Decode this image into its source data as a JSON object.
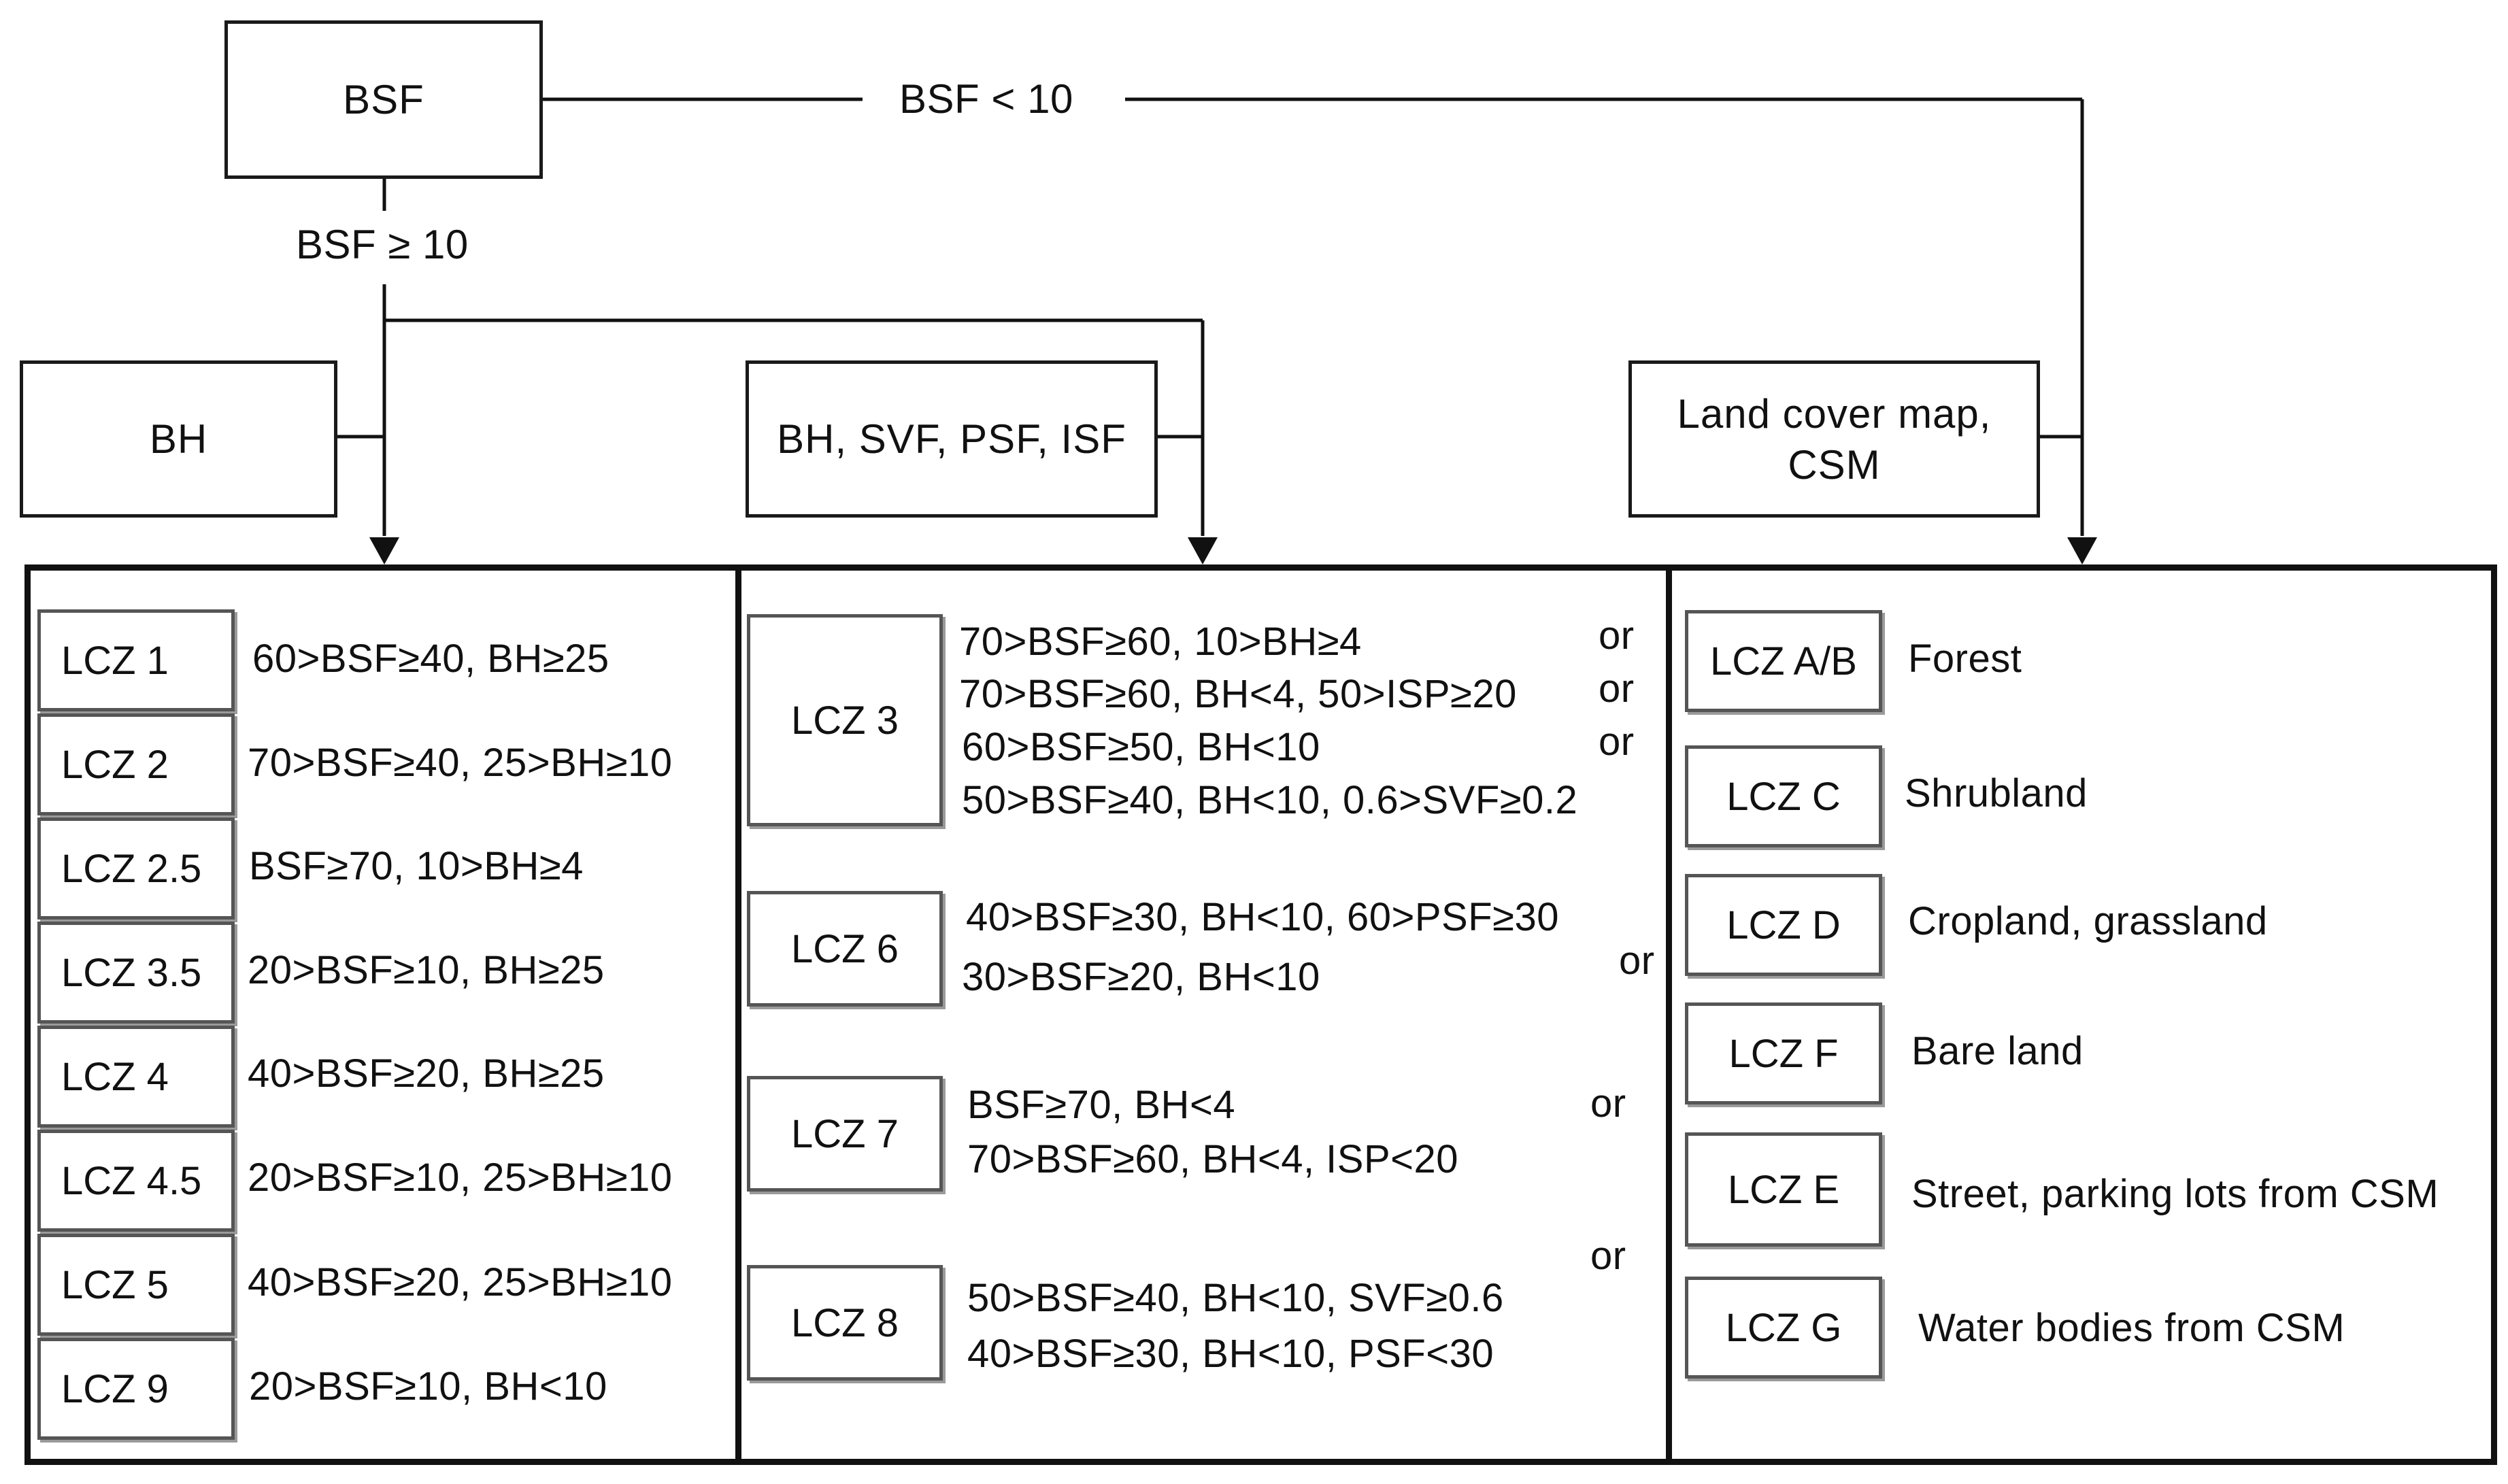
{
  "top": {
    "bsf": "BSF",
    "branch_low": "BSF < 10",
    "branch_high": "BSF ≥ 10"
  },
  "inputs": {
    "bh": "BH",
    "multi": "BH, SVF, PSF, ISF",
    "land": [
      "Land cover map,",
      "CSM"
    ]
  },
  "left_panel": [
    {
      "label": "LCZ 1",
      "rule": "60>BSF≥40, BH≥25"
    },
    {
      "label": "LCZ 2",
      "rule": "70>BSF≥40, 25>BH≥10"
    },
    {
      "label": "LCZ 2.5",
      "rule": "BSF≥70, 10>BH≥4"
    },
    {
      "label": "LCZ 3.5",
      "rule": "20>BSF≥10, BH≥25"
    },
    {
      "label": "LCZ 4",
      "rule": "40>BSF≥20, BH≥25"
    },
    {
      "label": "LCZ 4.5",
      "rule": "20>BSF≥10, 25>BH≥10"
    },
    {
      "label": "LCZ 5",
      "rule": "40>BSF≥20, 25>BH≥10"
    },
    {
      "label": "LCZ 9",
      "rule": "20>BSF≥10, BH<10"
    }
  ],
  "middle_panel": [
    {
      "label": "LCZ 3",
      "rules": [
        "70>BSF≥60, 10>BH≥4",
        "70>BSF≥60, BH<4, 50>ISP≥20",
        "60>BSF≥50, BH<10",
        "50>BSF≥40, BH<10, 0.6>SVF≥0.2"
      ],
      "ors": [
        "or",
        "or",
        "or"
      ]
    },
    {
      "label": "LCZ 6",
      "rules": [
        "40>BSF≥30, BH<10, 60>PSF≥30",
        "30>BSF≥20, BH<10"
      ],
      "ors": [
        "or"
      ]
    },
    {
      "label": "LCZ 7",
      "rules": [
        "BSF≥70, BH<4",
        "70>BSF≥60, BH<4, ISP<20"
      ],
      "ors": [
        "or"
      ]
    },
    {
      "label": "LCZ 8",
      "rules": [
        "50>BSF≥40, BH<10, SVF≥0.6",
        "40>BSF≥30, BH<10, PSF<30"
      ],
      "ors": [
        "or"
      ]
    }
  ],
  "right_panel": [
    {
      "label": "LCZ A/B",
      "desc": "Forest"
    },
    {
      "label": "LCZ C",
      "desc": "Shrubland"
    },
    {
      "label": "LCZ D",
      "desc": "Cropland, grassland"
    },
    {
      "label": "LCZ F",
      "desc": "Bare land"
    },
    {
      "label": "LCZ E",
      "desc": "Street, parking lots from CSM"
    },
    {
      "label": "LCZ G",
      "desc": "Water bodies from CSM"
    }
  ]
}
